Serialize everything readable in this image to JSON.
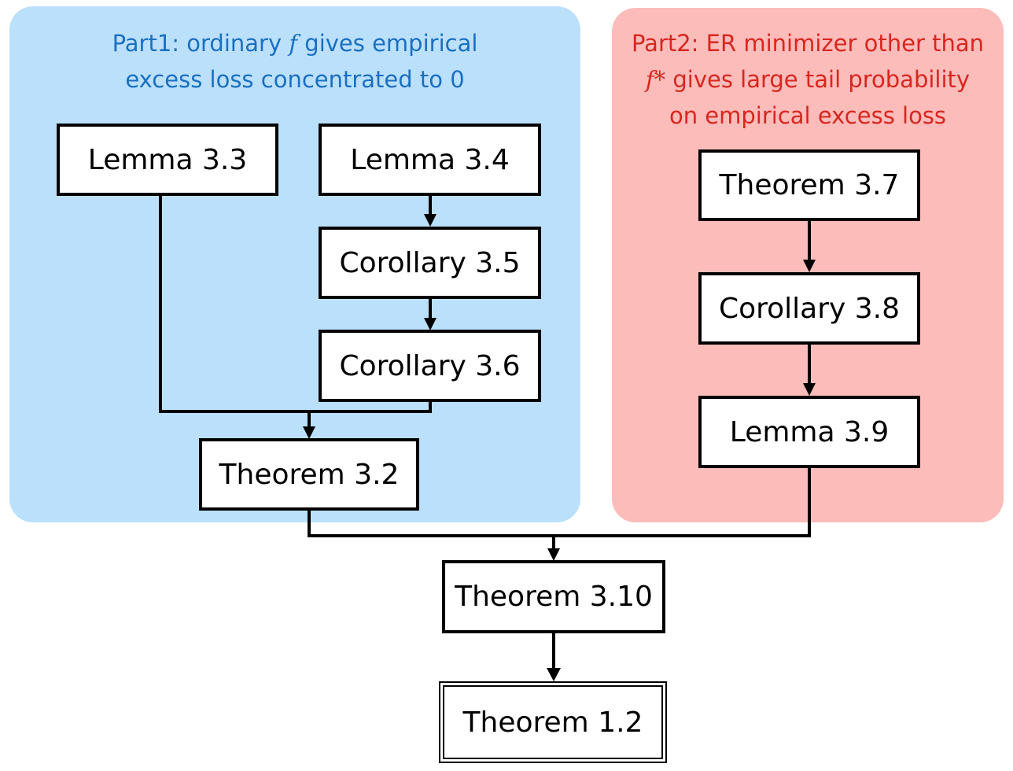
{
  "panels": {
    "part1": {
      "title_line1_pre": "Part1: ordinary ",
      "title_line1_math": "f",
      "title_line1_post": " gives empirical",
      "title_line2": "excess loss concentrated to 0",
      "color": "#bbe0fb",
      "text_color": "#1a6fc4"
    },
    "part2": {
      "title_line1": "Part2: ER minimizer other than",
      "title_line2_math": "f*",
      "title_line2_post": " gives large tail probability",
      "title_line3": "on empirical excess loss",
      "color": "#fcbcba",
      "text_color": "#d8261f"
    }
  },
  "nodes": {
    "lemma33": "Lemma 3.3",
    "lemma34": "Lemma 3.4",
    "cor35": "Corollary 3.5",
    "cor36": "Corollary 3.6",
    "thm32": "Theorem 3.2",
    "thm37": "Theorem 3.7",
    "cor38": "Corollary 3.8",
    "lemma39": "Lemma 3.9",
    "thm310": "Theorem 3.10",
    "thm12": "Theorem 1.2"
  },
  "edges": [
    {
      "from": "lemma33",
      "to": "thm32"
    },
    {
      "from": "lemma34",
      "to": "cor35"
    },
    {
      "from": "cor35",
      "to": "cor36"
    },
    {
      "from": "cor36",
      "to": "thm32"
    },
    {
      "from": "thm37",
      "to": "cor38"
    },
    {
      "from": "cor38",
      "to": "lemma39"
    },
    {
      "from": "thm32",
      "to": "thm310"
    },
    {
      "from": "lemma39",
      "to": "thm310"
    },
    {
      "from": "thm310",
      "to": "thm12"
    }
  ]
}
